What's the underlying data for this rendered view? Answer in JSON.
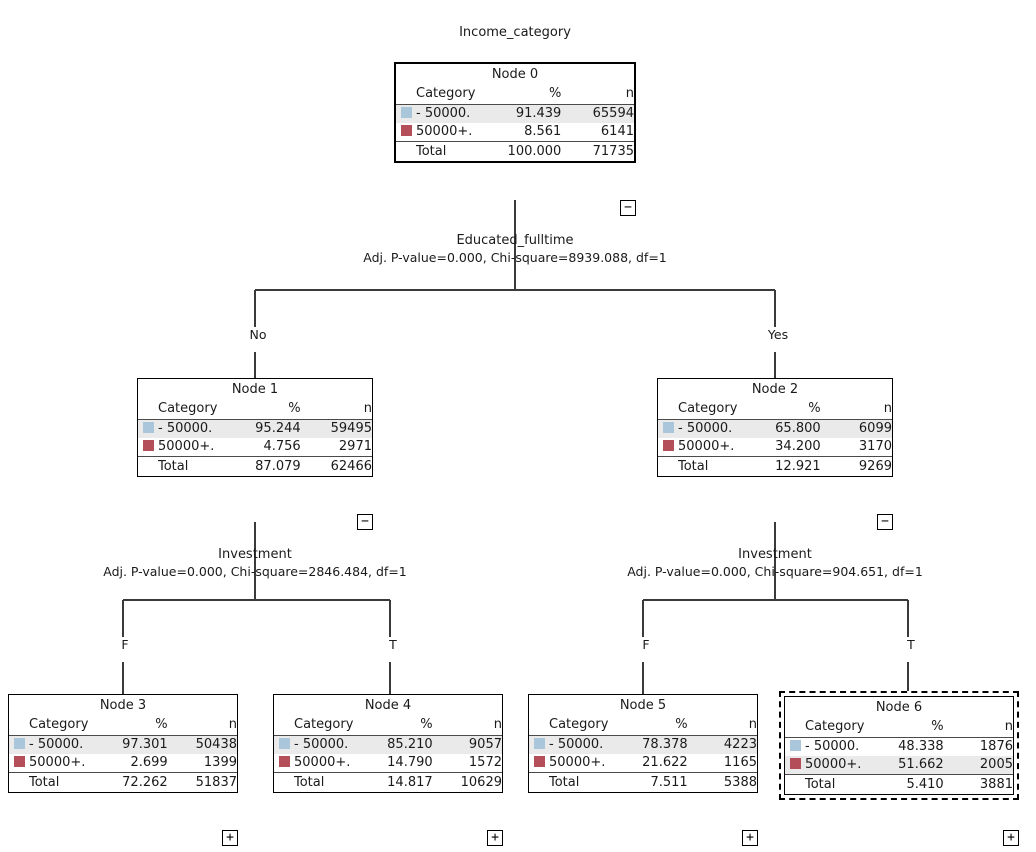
{
  "chart_data": {
    "type": "tree",
    "title": "Income_category",
    "target_variable": "Income_category",
    "categories": [
      "- 50000.",
      "50000+."
    ],
    "category_colors": [
      "#a9c6da",
      "#b44f59"
    ],
    "column_headers": {
      "category": "Category",
      "percent": "%",
      "n": "n"
    },
    "total_label": "Total",
    "nodes": [
      {
        "id": "node0",
        "title": "Node 0",
        "depth": 0,
        "rows": [
          {
            "label": "- 50000.",
            "pct": "91.439",
            "n": "65594",
            "color": "#a9c6da",
            "highlight": true
          },
          {
            "label": "50000+.",
            "pct": "8.561",
            "n": "6141",
            "color": "#b44f59",
            "highlight": false
          }
        ],
        "total": {
          "label": "Total",
          "pct": "100.000",
          "n": "71735"
        },
        "toggle": "−",
        "selected": false
      },
      {
        "id": "node1",
        "title": "Node 1",
        "depth": 1,
        "rows": [
          {
            "label": "- 50000.",
            "pct": "95.244",
            "n": "59495",
            "color": "#a9c6da",
            "highlight": true
          },
          {
            "label": "50000+.",
            "pct": "4.756",
            "n": "2971",
            "color": "#b44f59",
            "highlight": false
          }
        ],
        "total": {
          "label": "Total",
          "pct": "87.079",
          "n": "62466"
        },
        "toggle": "−",
        "selected": false
      },
      {
        "id": "node2",
        "title": "Node 2",
        "depth": 1,
        "rows": [
          {
            "label": "- 50000.",
            "pct": "65.800",
            "n": "6099",
            "color": "#a9c6da",
            "highlight": true
          },
          {
            "label": "50000+.",
            "pct": "34.200",
            "n": "3170",
            "color": "#b44f59",
            "highlight": false
          }
        ],
        "total": {
          "label": "Total",
          "pct": "12.921",
          "n": "9269"
        },
        "toggle": "−",
        "selected": false
      },
      {
        "id": "node3",
        "title": "Node 3",
        "depth": 2,
        "rows": [
          {
            "label": "- 50000.",
            "pct": "97.301",
            "n": "50438",
            "color": "#a9c6da",
            "highlight": true
          },
          {
            "label": "50000+.",
            "pct": "2.699",
            "n": "1399",
            "color": "#b44f59",
            "highlight": false
          }
        ],
        "total": {
          "label": "Total",
          "pct": "72.262",
          "n": "51837"
        },
        "toggle": "+",
        "selected": false
      },
      {
        "id": "node4",
        "title": "Node 4",
        "depth": 2,
        "rows": [
          {
            "label": "- 50000.",
            "pct": "85.210",
            "n": "9057",
            "color": "#a9c6da",
            "highlight": true
          },
          {
            "label": "50000+.",
            "pct": "14.790",
            "n": "1572",
            "color": "#b44f59",
            "highlight": false
          }
        ],
        "total": {
          "label": "Total",
          "pct": "14.817",
          "n": "10629"
        },
        "toggle": "+",
        "selected": false
      },
      {
        "id": "node5",
        "title": "Node 5",
        "depth": 2,
        "rows": [
          {
            "label": "- 50000.",
            "pct": "78.378",
            "n": "4223",
            "color": "#a9c6da",
            "highlight": true
          },
          {
            "label": "50000+.",
            "pct": "21.622",
            "n": "1165",
            "color": "#b44f59",
            "highlight": false
          }
        ],
        "total": {
          "label": "Total",
          "pct": "7.511",
          "n": "5388"
        },
        "toggle": "+",
        "selected": false
      },
      {
        "id": "node6",
        "title": "Node 6",
        "depth": 2,
        "rows": [
          {
            "label": "- 50000.",
            "pct": "48.338",
            "n": "1876",
            "color": "#a9c6da",
            "highlight": false
          },
          {
            "label": "50000+.",
            "pct": "51.662",
            "n": "2005",
            "color": "#b44f59",
            "highlight": true
          }
        ],
        "total": {
          "label": "Total",
          "pct": "5.410",
          "n": "3881"
        },
        "toggle": "+",
        "selected": true
      }
    ],
    "splits": [
      {
        "id": "split0",
        "variable": "Educated_fulltime",
        "stats": "Adj. P-value=0.000, Chi-square=8939.088, df=1",
        "parent": "node0",
        "children": [
          "node1",
          "node2"
        ],
        "branch_labels": [
          "No",
          "Yes"
        ]
      },
      {
        "id": "split1",
        "variable": "Investment",
        "stats": "Adj. P-value=0.000, Chi-square=2846.484, df=1",
        "parent": "node1",
        "children": [
          "node3",
          "node4"
        ],
        "branch_labels": [
          "F",
          "T"
        ]
      },
      {
        "id": "split2",
        "variable": "Investment",
        "stats": "Adj. P-value=0.000, Chi-square=904.651, df=1",
        "parent": "node2",
        "children": [
          "node5",
          "node6"
        ],
        "branch_labels": [
          "F",
          "T"
        ]
      }
    ]
  }
}
